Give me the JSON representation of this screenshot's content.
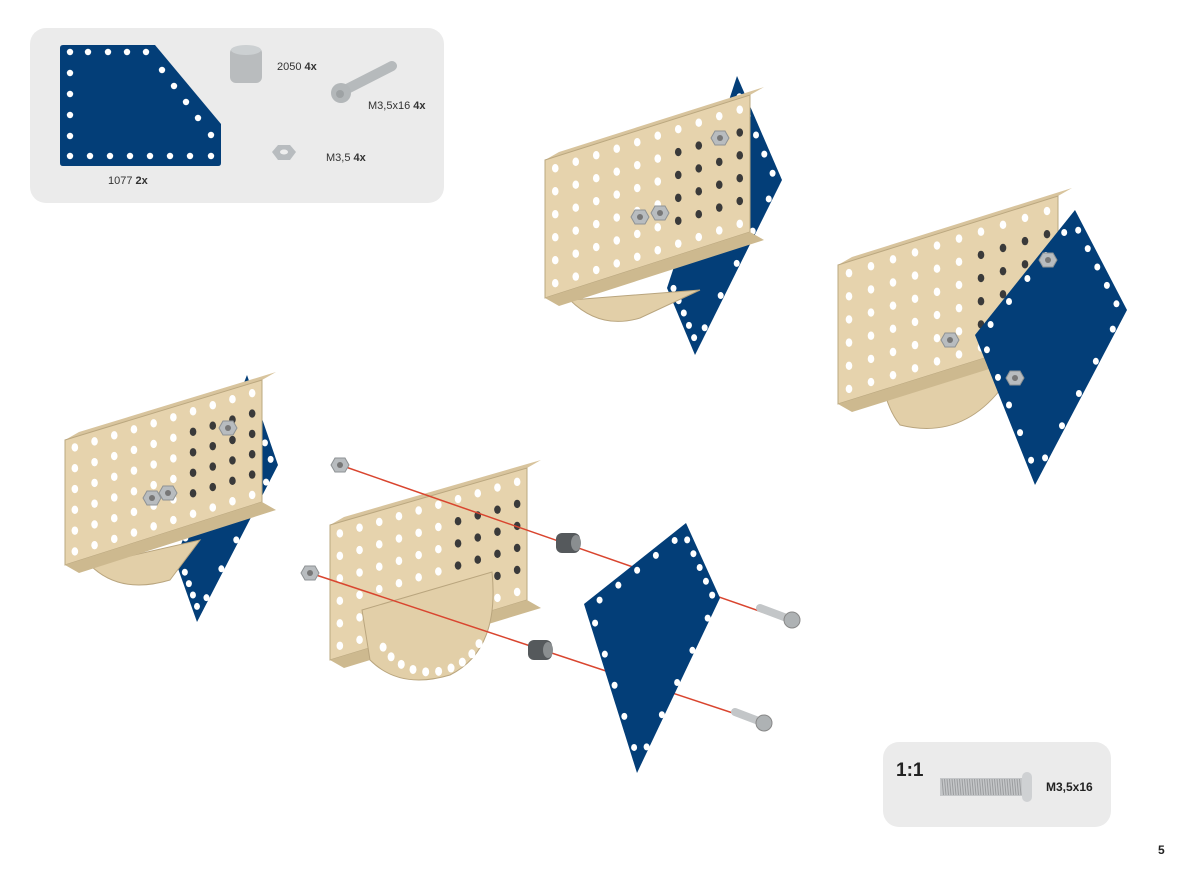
{
  "parts_list": {
    "items": [
      {
        "part": "1077",
        "qty": "2x",
        "icon": "blue-flat-plate-icon"
      },
      {
        "part": "2050",
        "qty": "4x",
        "icon": "spacer-icon"
      },
      {
        "part": "M3,5x16",
        "qty": "4x",
        "icon": "bolt-icon"
      },
      {
        "part": "M3,5",
        "qty": "4x",
        "icon": "nut-icon"
      }
    ]
  },
  "scale_box": {
    "scale": "1:1",
    "part": "M3,5x16"
  },
  "page_number": "5",
  "colors": {
    "plate": "#033e78",
    "bracket": "#e6d3ad",
    "guide": "#d9452f",
    "hardware": "#b8bcbf",
    "panel": "#ebebeb"
  }
}
